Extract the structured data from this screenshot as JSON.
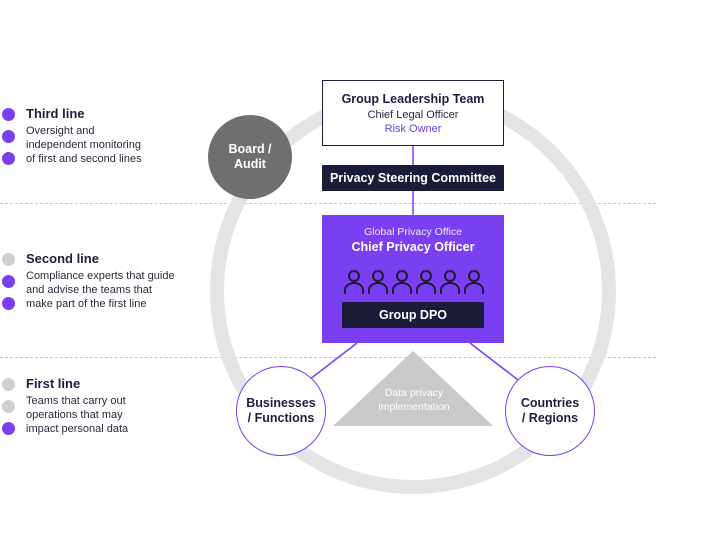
{
  "legend": {
    "third": {
      "title": "Third line",
      "lines": [
        "Oversight and",
        "independent monitoring",
        "of first and second lines"
      ]
    },
    "second": {
      "title": "Second line",
      "lines": [
        "Compliance experts that guide",
        "and advise the teams that",
        "make part of the first line"
      ]
    },
    "first": {
      "title": "First line",
      "lines": [
        "Teams that carry out",
        "operations that may",
        "impact personal data"
      ]
    }
  },
  "leadership": {
    "title": "Group Leadership Team",
    "role": "Chief Legal Officer",
    "owner": "Risk Owner"
  },
  "steering": {
    "label": "Privacy Steering Committee"
  },
  "privacy_office": {
    "subtitle": "Global Privacy Office",
    "title": "Chief Privacy Officer",
    "dpo": "Group DPO"
  },
  "board": {
    "line1": "Board /",
    "line2": "Audit"
  },
  "businesses": {
    "line1": "Businesses",
    "line2": "/ Functions"
  },
  "countries": {
    "line1": "Countries",
    "line2": "/ Regions"
  },
  "triangle": {
    "line1": "Data privacy",
    "line2": "implementation"
  },
  "colors": {
    "purple": "#7b3ff2",
    "navy": "#1b1b3a",
    "ring": "#e4e4e7",
    "grey": "#6f6f6f",
    "triangle": "#c9c9cc"
  }
}
